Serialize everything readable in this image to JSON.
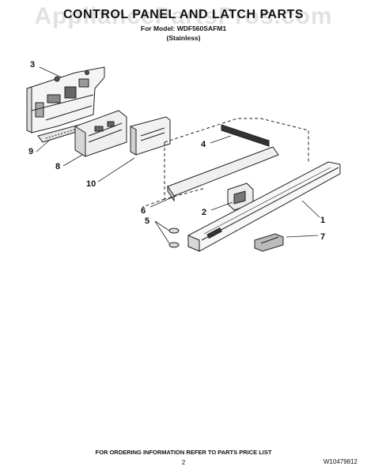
{
  "watermark": "AppliancePartsPros.com",
  "title": "CONTROL PANEL AND LATCH PARTS",
  "subtitle_model": "For Model: WDF560SAFM1",
  "subtitle_finish": "(Stainless)",
  "callouts": {
    "c1": "1",
    "c2": "2",
    "c3": "3",
    "c4": "4",
    "c5": "5",
    "c6": "6",
    "c7": "7",
    "c8": "8",
    "c9": "9",
    "c10": "10"
  },
  "footer": "FOR ORDERING INFORMATION REFER TO PARTS PRICE LIST",
  "page_number": "2",
  "document_number": "W10479812"
}
